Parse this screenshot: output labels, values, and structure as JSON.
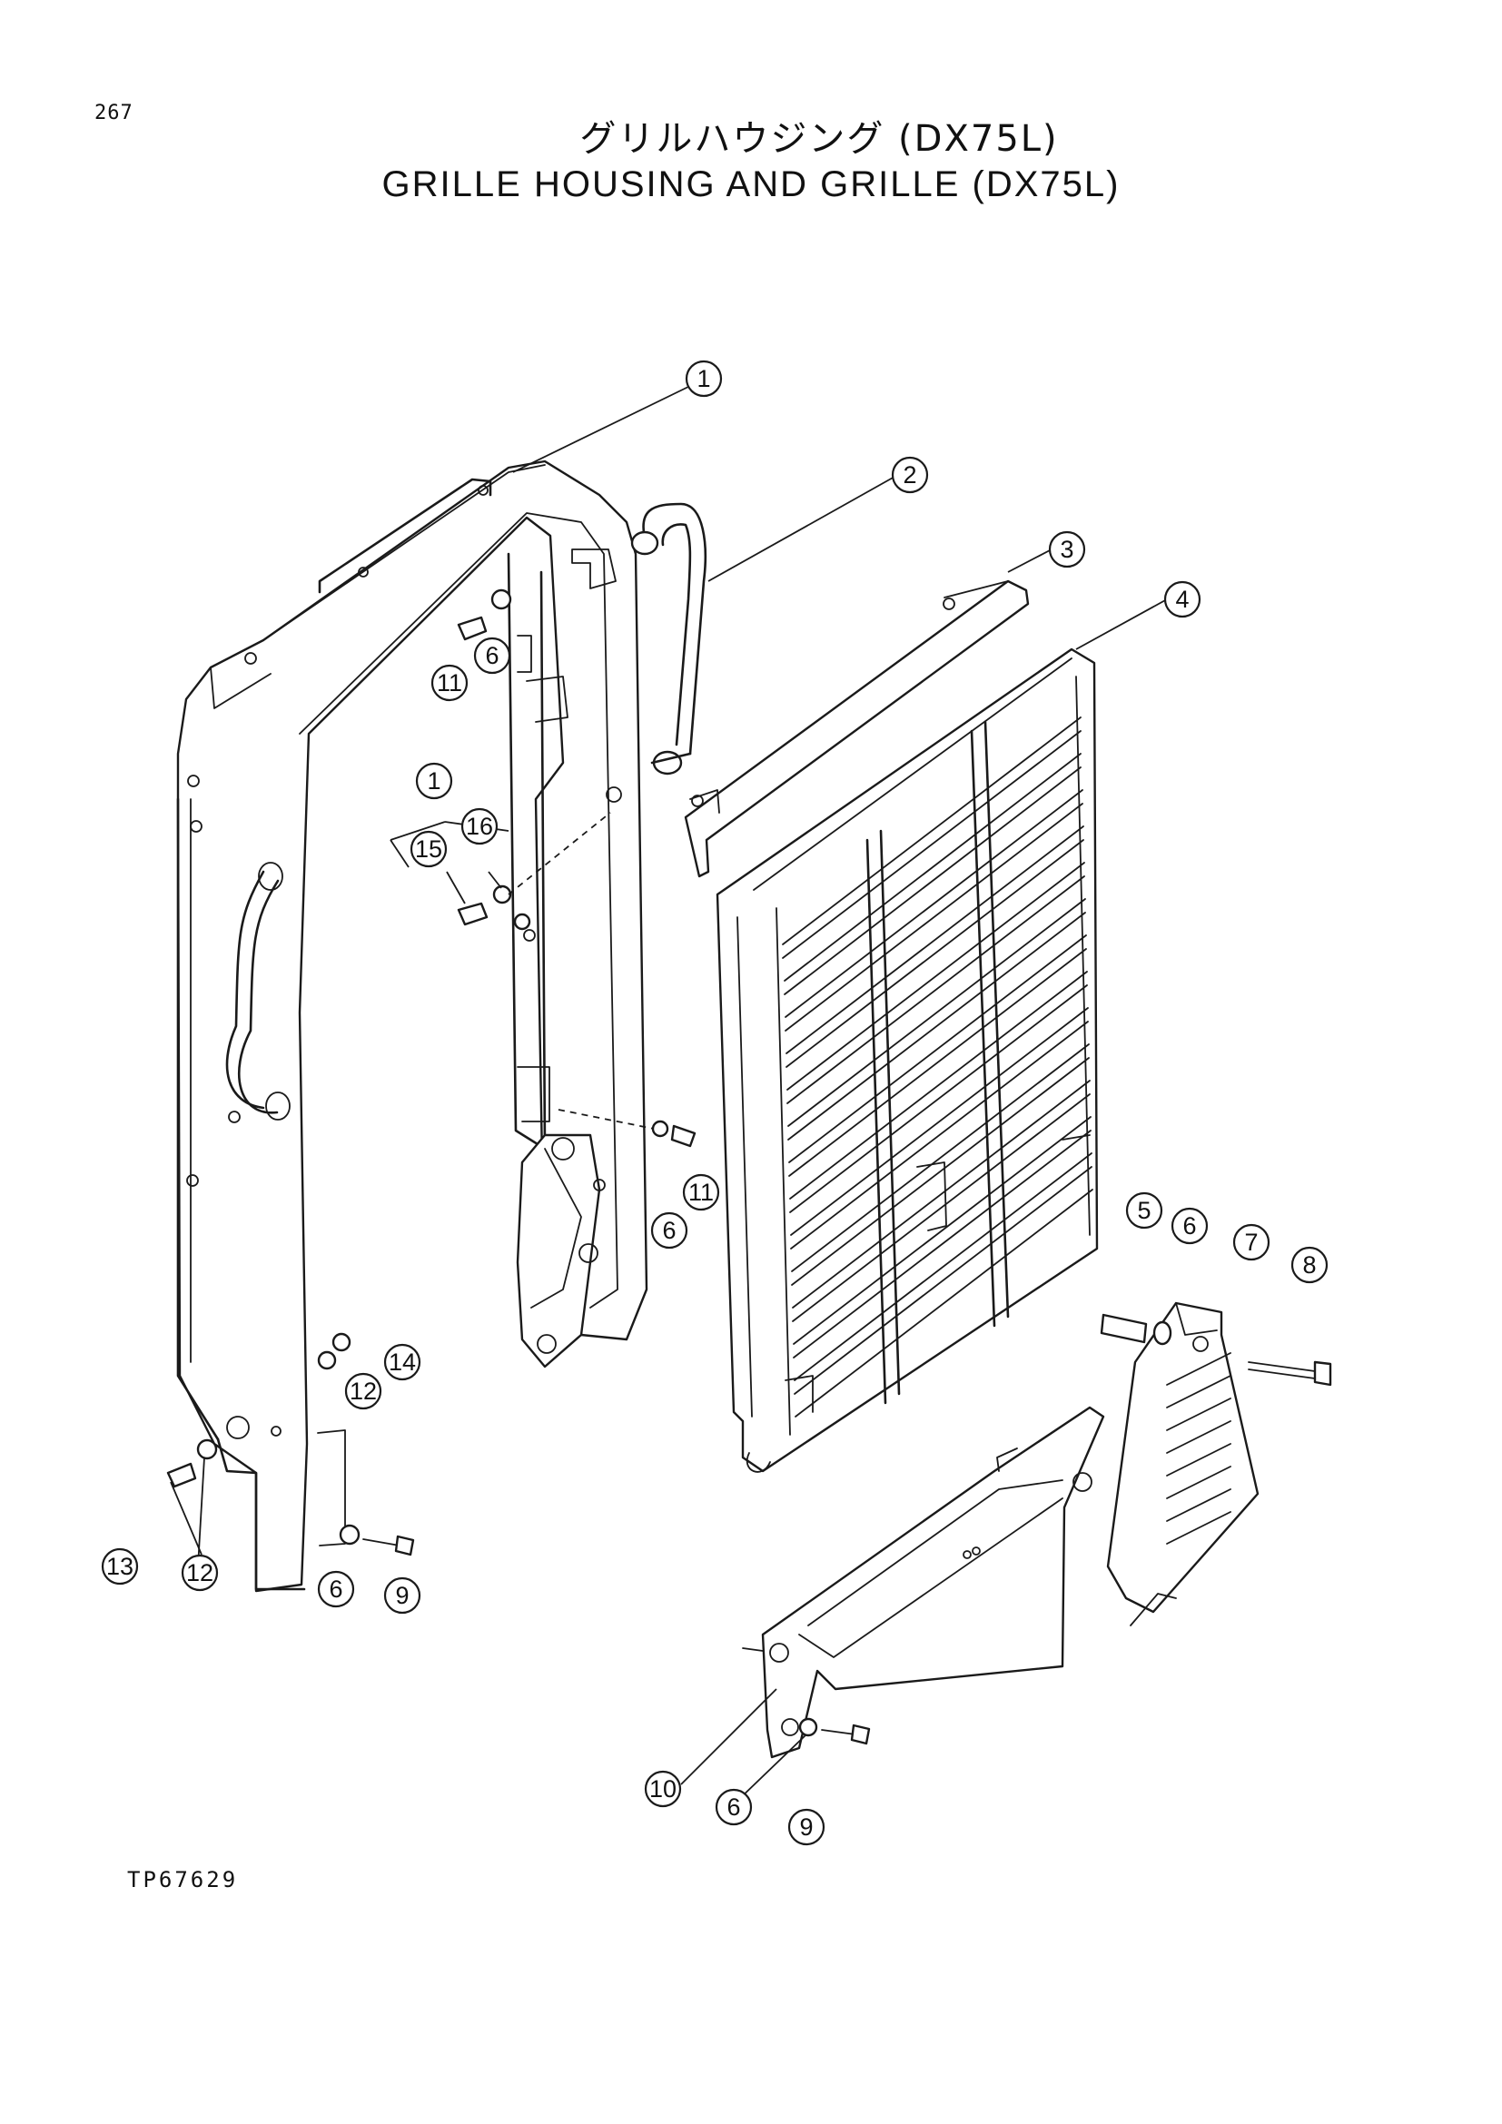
{
  "page_number": "267",
  "title": {
    "japanese": "グリルハウジング (DX75L)",
    "english": "GRILLE HOUSING AND GRILLE (DX75L)"
  },
  "drawing_id": "TP67629",
  "callouts": [
    {
      "label": "1"
    },
    {
      "label": "2"
    },
    {
      "label": "3"
    },
    {
      "label": "4"
    },
    {
      "label": "11"
    },
    {
      "label": "6"
    },
    {
      "label": "1"
    },
    {
      "label": "15"
    },
    {
      "label": "16"
    },
    {
      "label": "6"
    },
    {
      "label": "11"
    },
    {
      "label": "5"
    },
    {
      "label": "6"
    },
    {
      "label": "7"
    },
    {
      "label": "8"
    },
    {
      "label": "14"
    },
    {
      "label": "12"
    },
    {
      "label": "13"
    },
    {
      "label": "12"
    },
    {
      "label": "6"
    },
    {
      "label": "9"
    },
    {
      "label": "10"
    },
    {
      "label": "6"
    },
    {
      "label": "9"
    }
  ]
}
